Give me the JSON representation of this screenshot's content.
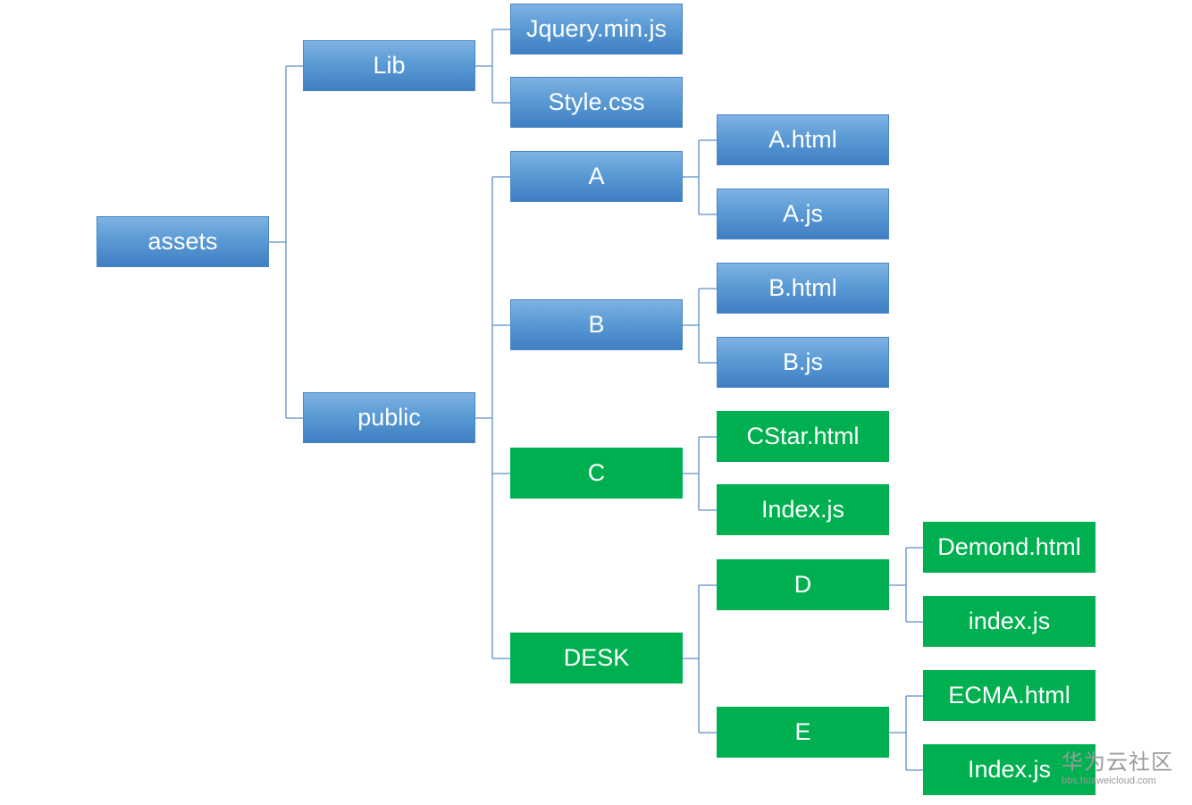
{
  "nodes": {
    "assets": "assets",
    "lib": "Lib",
    "public": "public",
    "jquery": "Jquery.min.js",
    "style": "Style.css",
    "a": "A",
    "b": "B",
    "c": "C",
    "desk": "DESK",
    "a_html": "A.html",
    "a_js": "A.js",
    "b_html": "B.html",
    "b_js": "B.js",
    "cstar_html": "CStar.html",
    "c_index_js": "Index.js",
    "d": "D",
    "e": "E",
    "demond_html": "Demond.html",
    "d_index_js": "index.js",
    "ecma_html": "ECMA.html",
    "e_index_js": "Index.js"
  },
  "watermark": {
    "main": "华为云社区",
    "sub": "bbs.huaweicloud.com"
  },
  "colors": {
    "folder_blue": "#5b9bd5",
    "highlight_green": "#00b050",
    "connector": "#5b8fc7"
  }
}
